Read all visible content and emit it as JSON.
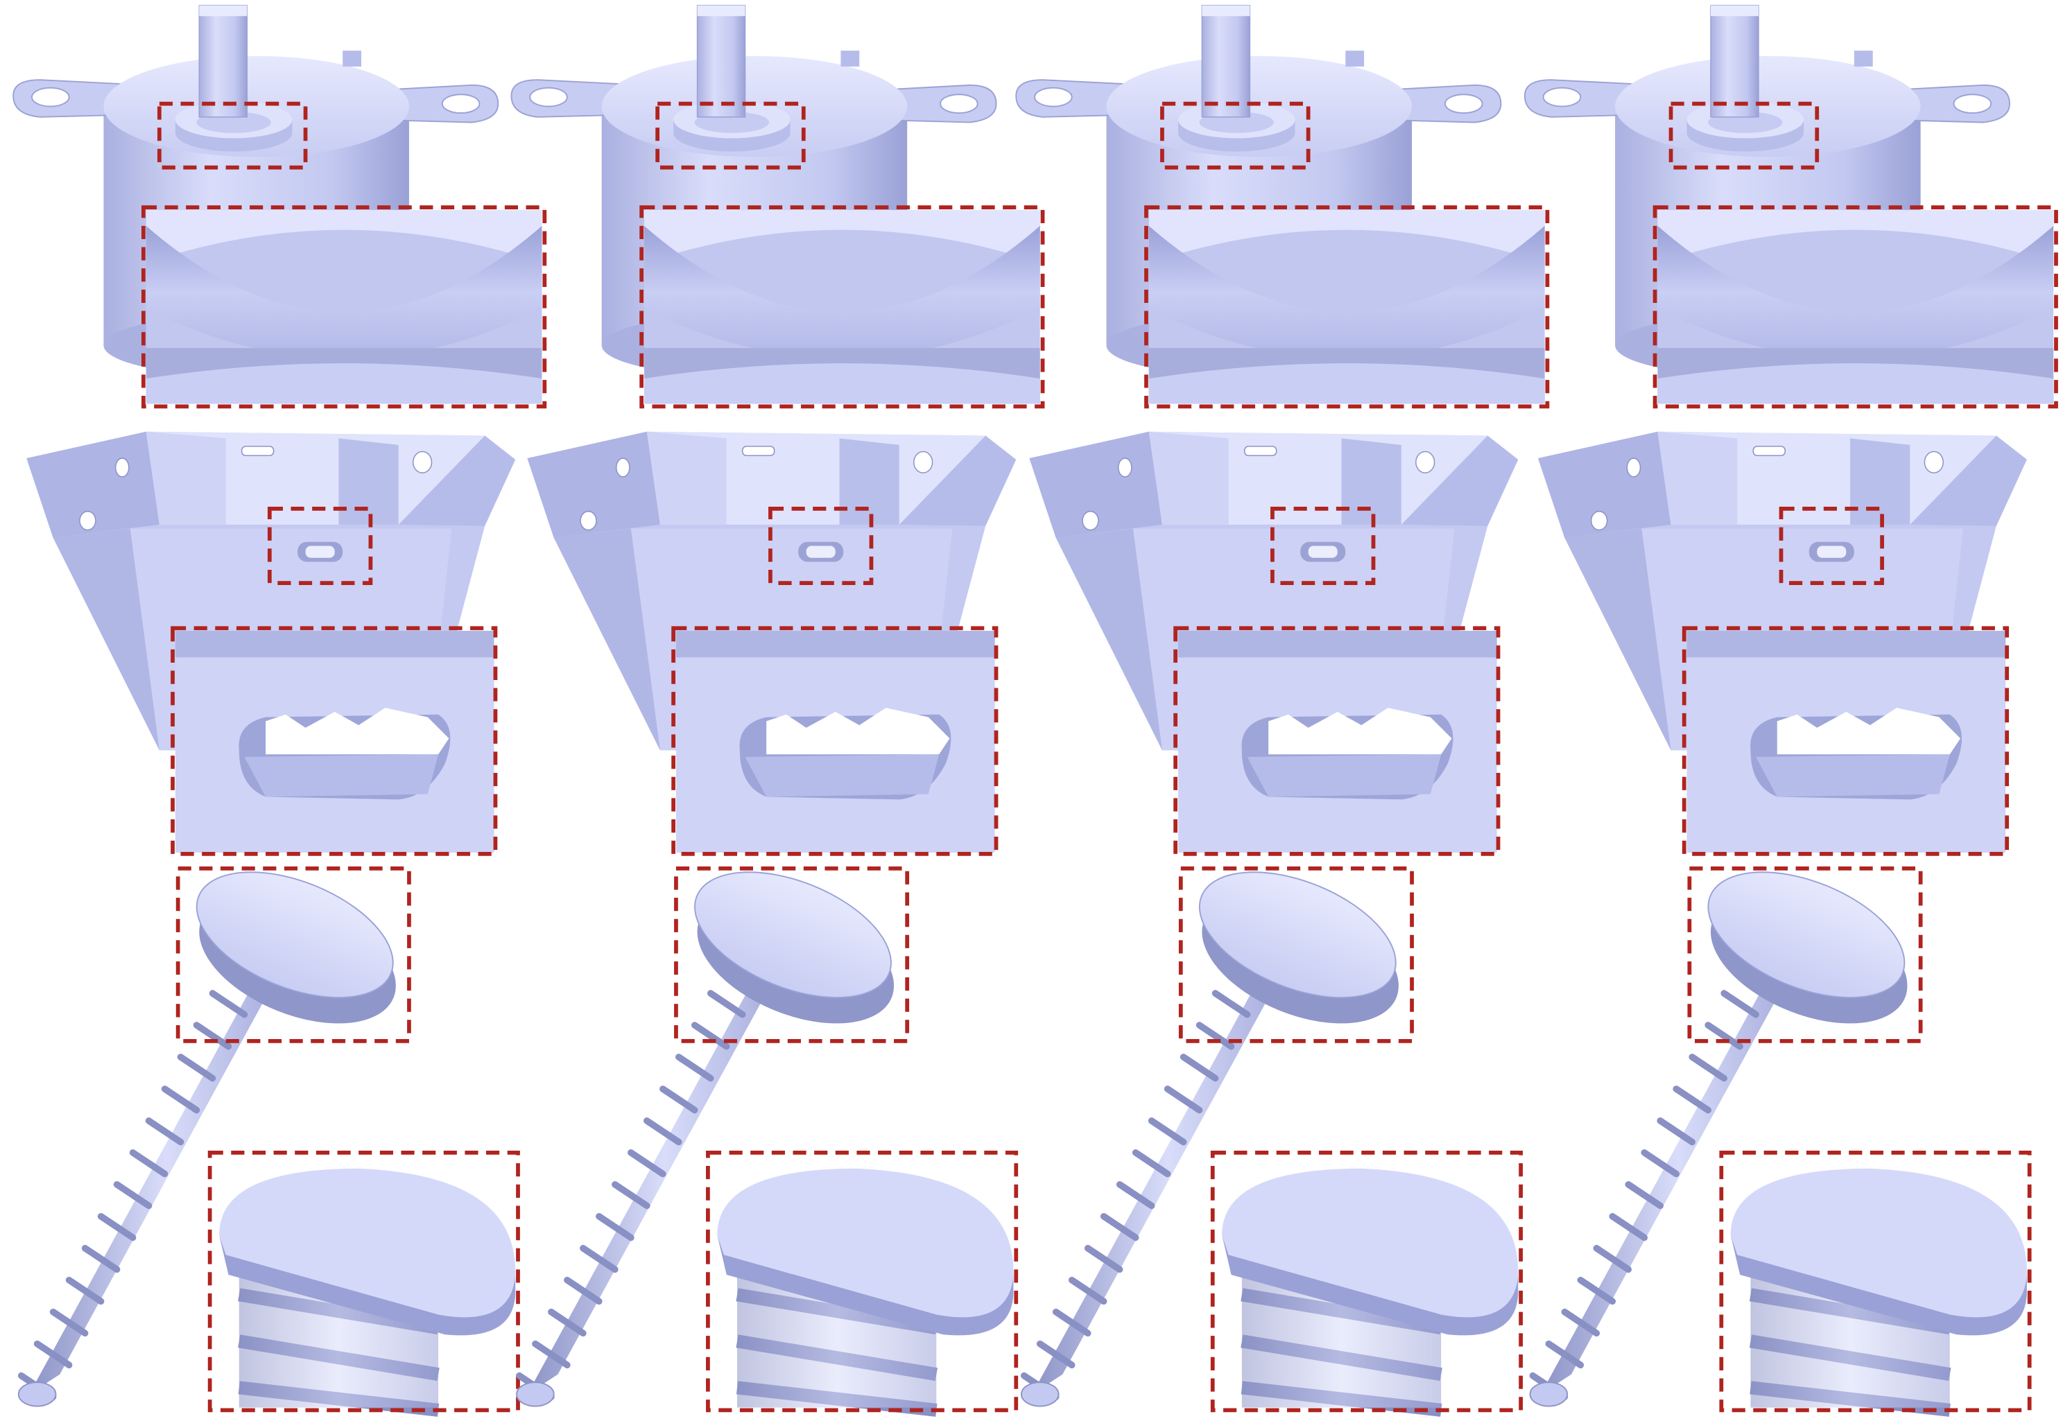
{
  "colors": {
    "mesh_light": "#d6daf8",
    "mesh_mid": "#bcc2ec",
    "mesh_dark": "#8d94c6",
    "background": "#ffffff",
    "highlight_box": "#b0241f"
  },
  "rows": [
    {
      "object": "stepper-motor",
      "columns": 4
    },
    {
      "object": "hexagonal-container",
      "columns": 4
    },
    {
      "object": "screw",
      "columns": 4
    }
  ]
}
